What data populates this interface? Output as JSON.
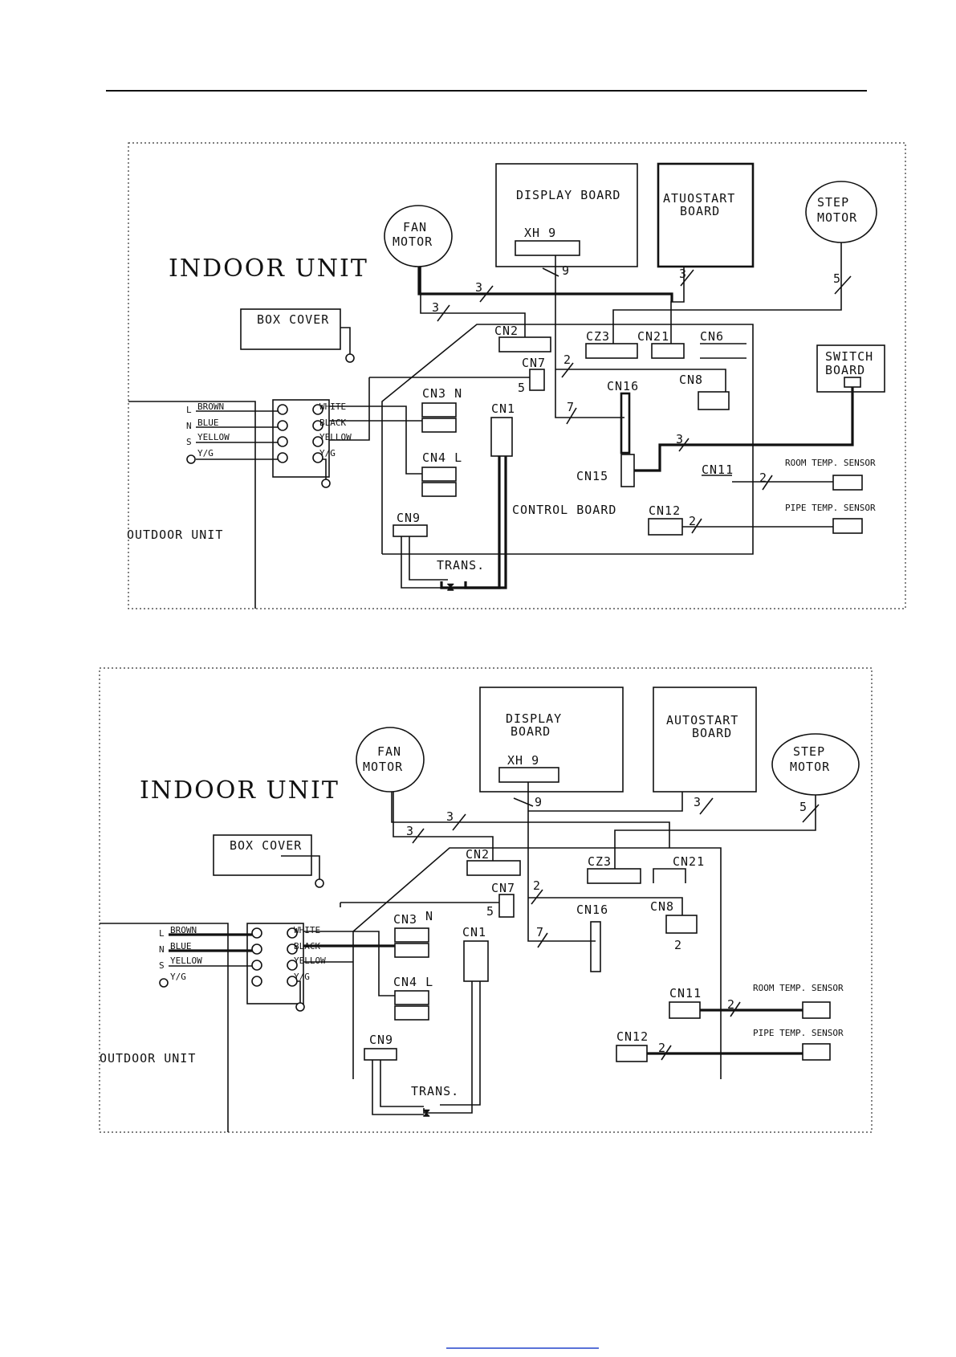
{
  "diagrams": [
    {
      "indoor_unit": "INDOOR UNIT",
      "outdoor_unit": "OUTDOOR UNIT",
      "display_board": "DISPLAY BOARD",
      "display_connector": "XH 9",
      "autostart_board": [
        "ATUOSTART",
        "BOARD"
      ],
      "fan_motor": [
        "FAN",
        "MOTOR"
      ],
      "step_motor": [
        "STEP",
        "MOTOR"
      ],
      "box_cover": "BOX COVER",
      "switch_board": [
        "SWITCH",
        "BOARD"
      ],
      "control_board": "CONTROL BOARD",
      "transformer": "TRANS.",
      "room_temp_sensor": "ROOM TEMP. SENSOR",
      "pipe_temp_sensor": "PIPE TEMP. SENSOR",
      "connectors": {
        "cn2": "CN2",
        "cz3": "CZ3",
        "cn21": "CN21",
        "cn6": "CN6",
        "cn7": "CN7",
        "cn16": "CN16",
        "cn8": "CN8",
        "cn3": "CN3 N",
        "cn4": "CN4 L",
        "cn1": "CN1",
        "cn15": "CN15",
        "cn11": "CN11",
        "cn12": "CN12",
        "cn9": "CN9"
      },
      "wire_counts": {
        "display": "9",
        "autostart": "3",
        "step": "5",
        "fan_a": "3",
        "fan_b": "3",
        "cn7": "5",
        "cz3": "2",
        "cn16": "7",
        "switch": "3",
        "room": "2",
        "pipe": "2"
      },
      "terminal_left": [
        "L",
        "N",
        "S"
      ],
      "terminal_left_wires": [
        "BROWN",
        "BLUE",
        "YELLOW",
        "Y/G"
      ],
      "terminal_right_wires": [
        "WHITE",
        "BLACK",
        "YELLOW",
        "Y/G"
      ]
    },
    {
      "indoor_unit": "INDOOR UNIT",
      "outdoor_unit": "OUTDOOR UNIT",
      "display_board": [
        "DISPLAY",
        "BOARD"
      ],
      "display_connector": "XH 9",
      "autostart_board": [
        "AUTOSTART",
        "BOARD"
      ],
      "fan_motor": [
        "FAN",
        "MOTOR"
      ],
      "step_motor": [
        "STEP",
        "MOTOR"
      ],
      "box_cover": "BOX COVER",
      "transformer": "TRANS.",
      "room_temp_sensor": "ROOM TEMP. SENSOR",
      "pipe_temp_sensor": "PIPE TEMP. SENSOR",
      "connectors": {
        "cn2": "CN2",
        "cz3": "CZ3",
        "cn21": "CN21",
        "cn7": "CN7",
        "cn16": "CN16",
        "cn8": "CN8",
        "cn8_count": "2",
        "cn3": "CN3",
        "cn3_side": "N",
        "cn4": "CN4 L",
        "cn1": "CN1",
        "cn11": "CN11",
        "cn12": "CN12",
        "cn9": "CN9"
      },
      "wire_counts": {
        "display": "9",
        "autostart": "3",
        "step": "5",
        "fan_a": "3",
        "fan_b": "3",
        "cn7": "5",
        "cz3": "2",
        "cn16": "7",
        "room": "2",
        "pipe": "2"
      },
      "terminal_left": [
        "L",
        "N",
        "S"
      ],
      "terminal_left_wires": [
        "BROWN",
        "BLUE",
        "YELLOW",
        "Y/G"
      ],
      "terminal_right_wires": [
        "WHITE",
        "BLACK",
        "YELLOW",
        "Y/G"
      ]
    }
  ]
}
